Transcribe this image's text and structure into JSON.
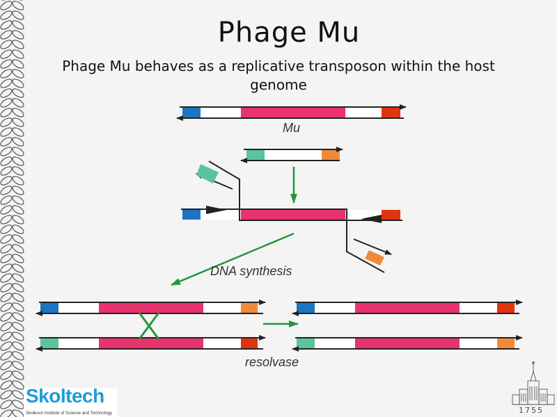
{
  "slide": {
    "title": "Phage Mu",
    "subtitle": "Phage Mu behaves as a replicative transposon within the host genome"
  },
  "diagram": {
    "labels": {
      "mu": "Mu",
      "dna_synthesis": "DNA synthesis",
      "resolvase": "resolvase"
    },
    "colors": {
      "blue_end": "#1b75c2",
      "red_end": "#e0340e",
      "mu_body": "#e8336e",
      "teal_target": "#5cc49a",
      "orange_target": "#f08a3a",
      "green_arrow": "#23963a",
      "strand": "#222222",
      "spacer": "#ffffff"
    }
  },
  "footer": {
    "logo_name": "Skoltech",
    "logo_tagline": "Skolkovo Institute of Science and Technology",
    "year": "1755"
  }
}
